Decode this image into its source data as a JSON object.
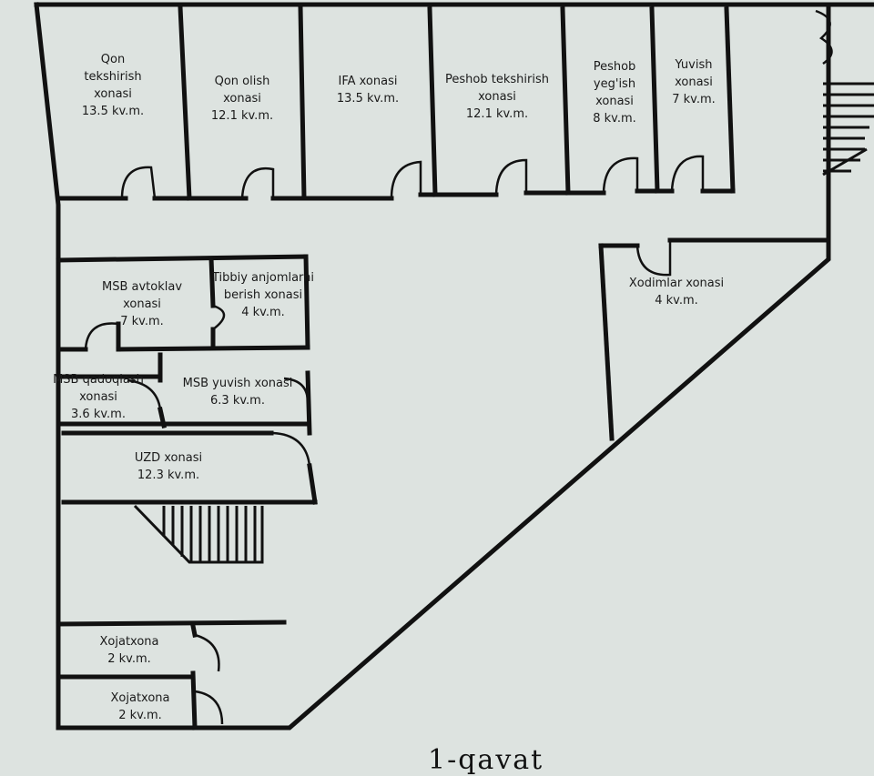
{
  "rooms": [
    {
      "id": "qon-tekshirish",
      "lines": [
        "Qon",
        "tekshirish",
        "xonasi",
        "13.5 kv.m."
      ]
    },
    {
      "id": "qon-olish",
      "lines": [
        "Qon olish",
        "xonasi",
        "12.1 kv.m."
      ]
    },
    {
      "id": "ifa",
      "lines": [
        "IFA xonasi",
        "13.5 kv.m."
      ]
    },
    {
      "id": "peshob-tekshirish",
      "lines": [
        "Peshob tekshirish",
        "xonasi",
        "12.1 kv.m."
      ]
    },
    {
      "id": "peshob-yegish",
      "lines": [
        "Peshob",
        "yeg'ish",
        "xonasi",
        "8  kv.m."
      ]
    },
    {
      "id": "yuvish",
      "lines": [
        "Yuvish",
        "xonasi",
        "7 kv.m."
      ]
    },
    {
      "id": "msb-avtoklav",
      "lines": [
        "MSB avtoklav",
        "xonasi",
        "7 kv.m."
      ]
    },
    {
      "id": "tibbiy-anjomlar",
      "lines": [
        "Tibbiy anjomlarni",
        "berish xonasi",
        "4 kv.m."
      ]
    },
    {
      "id": "xodimlar",
      "lines": [
        "Xodimlar xonasi",
        "4 kv.m."
      ]
    },
    {
      "id": "msb-qadoqlash",
      "lines": [
        "MSB qadoqlash",
        "xonasi",
        "3.6 kv.m."
      ]
    },
    {
      "id": "msb-yuvish",
      "lines": [
        "MSB yuvish xonasi",
        "6.3 kv.m."
      ]
    },
    {
      "id": "uzd",
      "lines": [
        "UZD xonasi",
        "12.3 kv.m."
      ]
    },
    {
      "id": "xojatxona-1",
      "lines": [
        "Xojatxona",
        "2 kv.m."
      ]
    },
    {
      "id": "xojatxona-2",
      "lines": [
        "Xojatxona",
        "2 kv.m."
      ]
    }
  ],
  "footer": "1-qavat",
  "colors": {
    "paper": "#dde3e0",
    "ink": "#111111"
  }
}
